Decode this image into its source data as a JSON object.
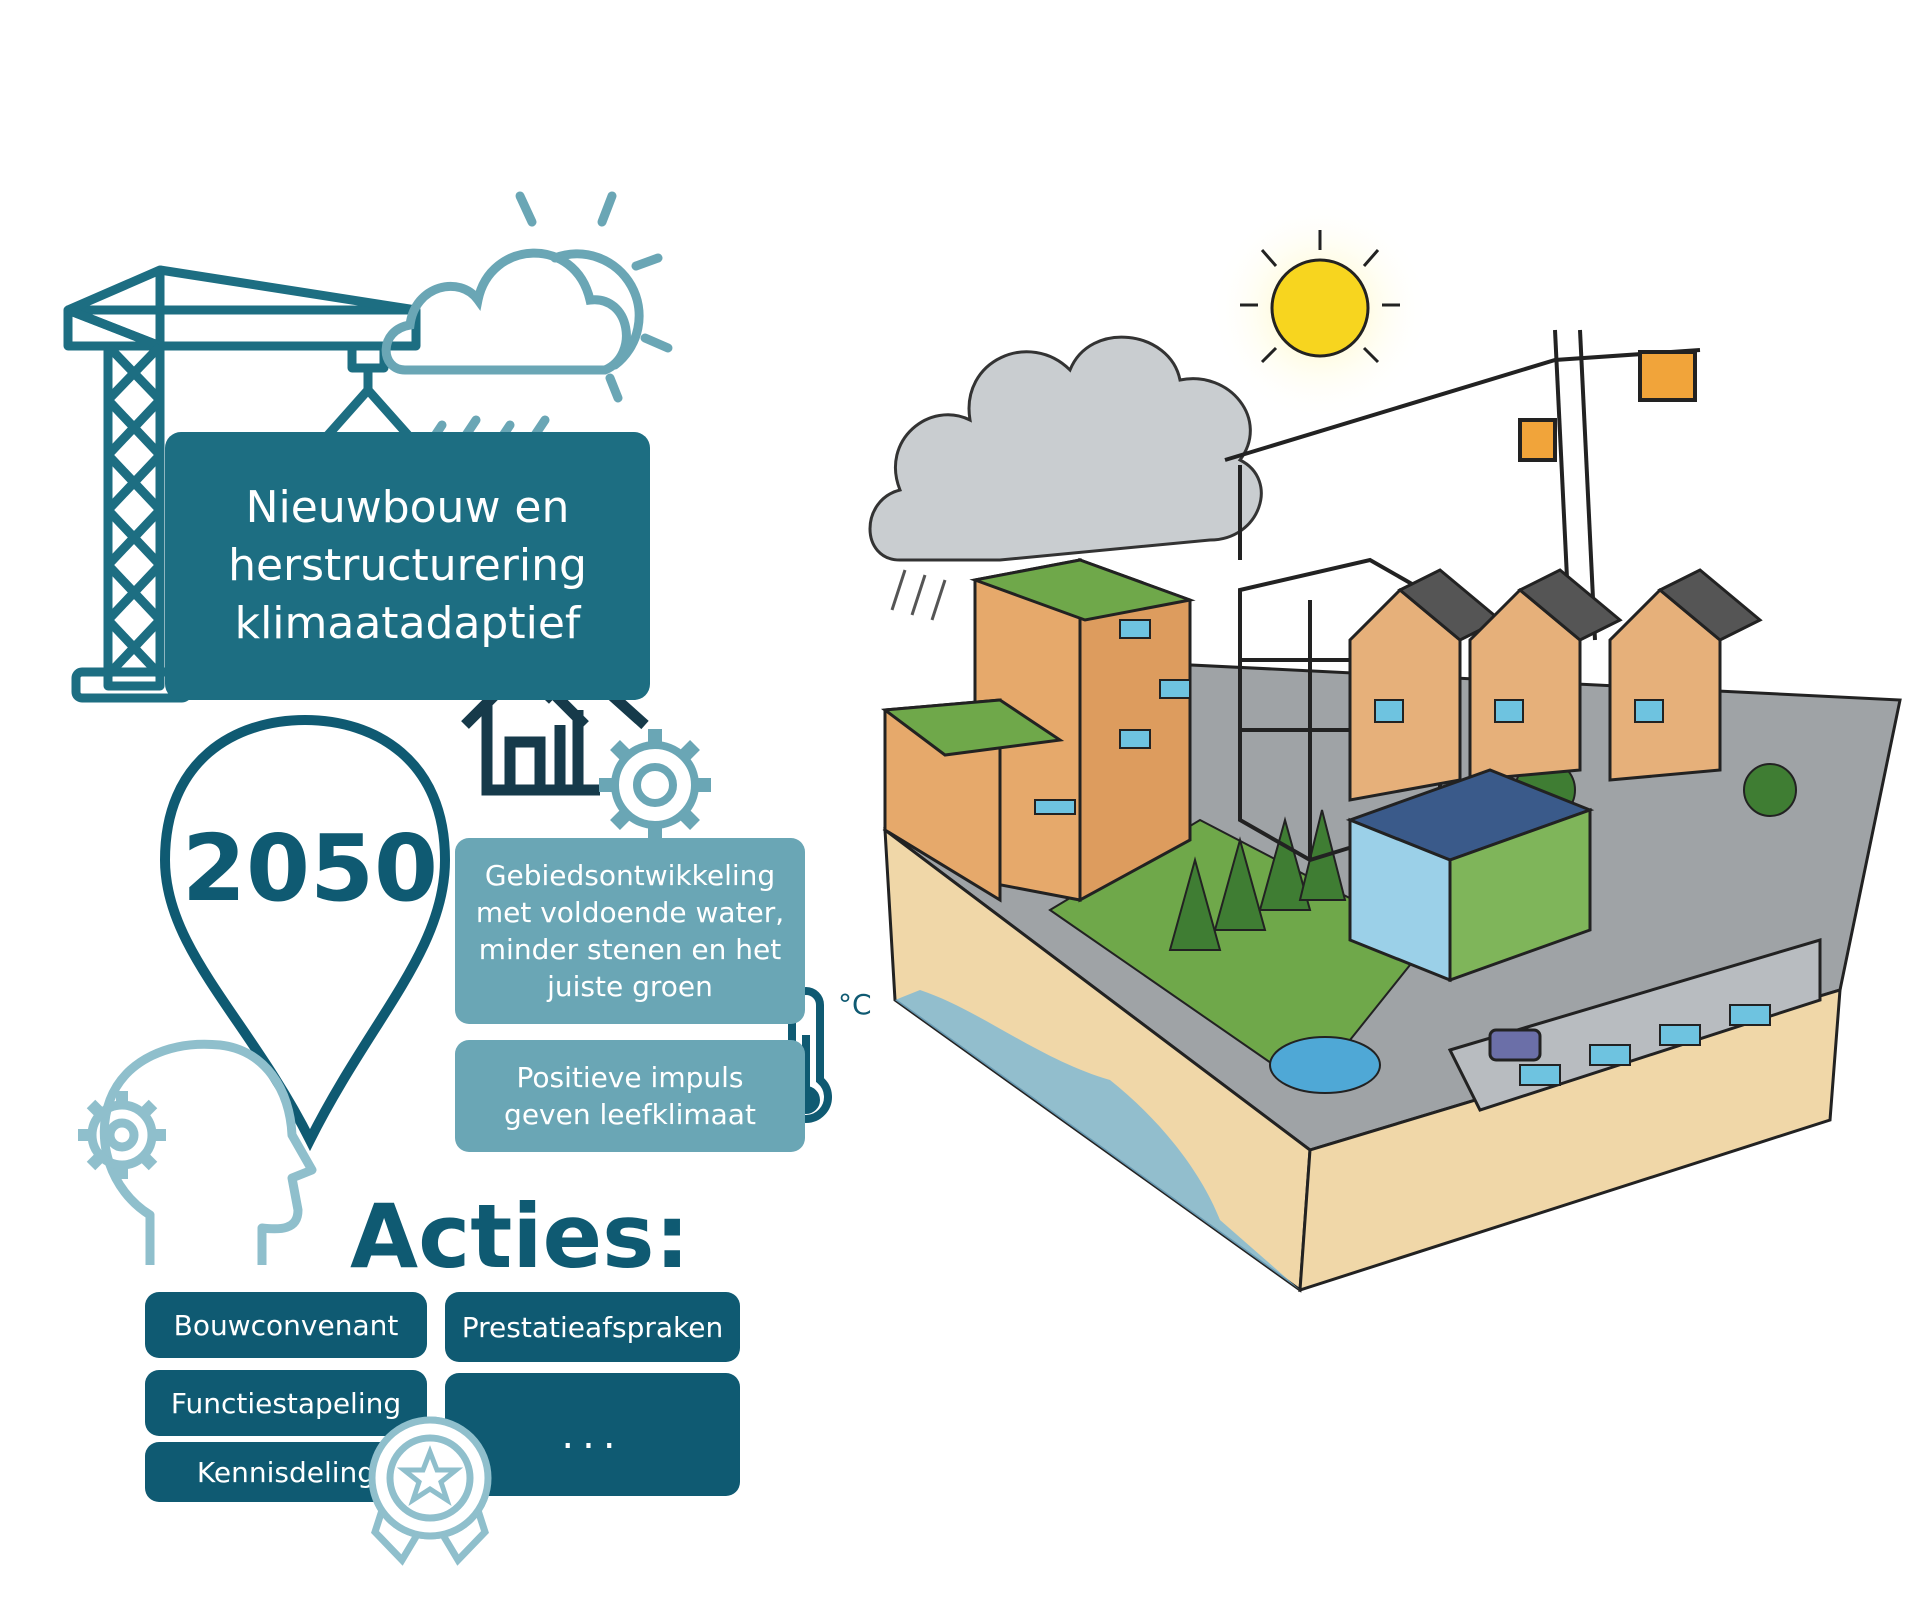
{
  "title": {
    "line1": "Nieuwbouw en",
    "line2": "herstructurering",
    "line3": "klimaatadaptief"
  },
  "year": "2050",
  "info": {
    "box1": [
      "Gebiedsontwikkeling",
      "met voldoende water,",
      "minder stenen en het",
      "juiste groen"
    ],
    "box2": [
      "Positieve impuls",
      "geven leefklimaat"
    ]
  },
  "thermometer_unit": "°C",
  "actions": {
    "heading": "Acties:",
    "items": [
      "Bouwconvenant",
      "Prestatieafspraken",
      "Functiestapeling",
      "...",
      "Kennisdeling"
    ]
  },
  "icons": [
    "crane-icon",
    "cloud-sun-rain-icon",
    "houses-icon",
    "gear-icon",
    "location-pin-icon",
    "head-gear-icon",
    "thermometer-icon",
    "award-ribbon-icon"
  ],
  "colors": {
    "dark_teal": "#0f5a72",
    "teal": "#1d6e82",
    "light_teal": "#6aa6b5",
    "pale_teal": "#8fbfcc",
    "sun": "#f7d51f",
    "brick": "#d9a46a",
    "green": "#5e9a3a",
    "water": "#4fa8d6"
  }
}
